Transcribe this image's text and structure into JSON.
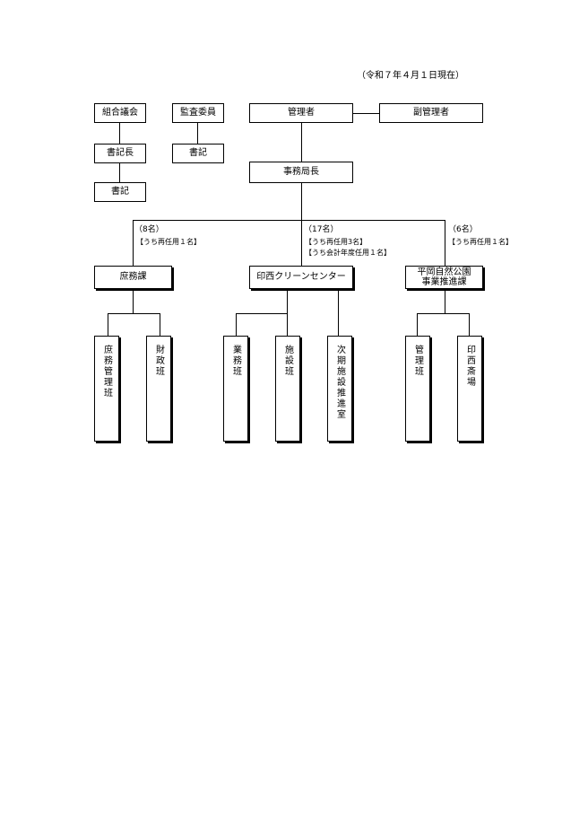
{
  "date": "（令和７年４月１日現在）",
  "top": {
    "kumiai_gikai": "組合議会",
    "kansa_iin": "監査委員",
    "kanrisha": "管理者",
    "fuku_kanrisha": "副管理者",
    "shokicho": "書記長",
    "shoki_gikai": "書記",
    "shoki_kansa": "書記",
    "jimukyokucho": "事務局長"
  },
  "divisions": [
    {
      "name": "庶務課",
      "count": "（8名）",
      "notes": [
        "【うち再任用１名】"
      ]
    },
    {
      "name": "印西クリーンセンター",
      "count": "（17名）",
      "notes": [
        "【うち再任用3名】",
        "【うち会計年度任用１名】"
      ]
    },
    {
      "name_line1": "平岡自然公園",
      "name_line2": "事業推進課",
      "count": "（6名）",
      "notes": [
        "【うち再任用１名】"
      ]
    }
  ],
  "sections": {
    "shomu_kanri": "庶務管理班",
    "zaisei": "財政班",
    "gyomu": "業務班",
    "shisetsu": "施設班",
    "jiki_shisetsu": "次期施設推進室",
    "kanri": "管理班",
    "inzai_saijo": "印西斎場"
  }
}
